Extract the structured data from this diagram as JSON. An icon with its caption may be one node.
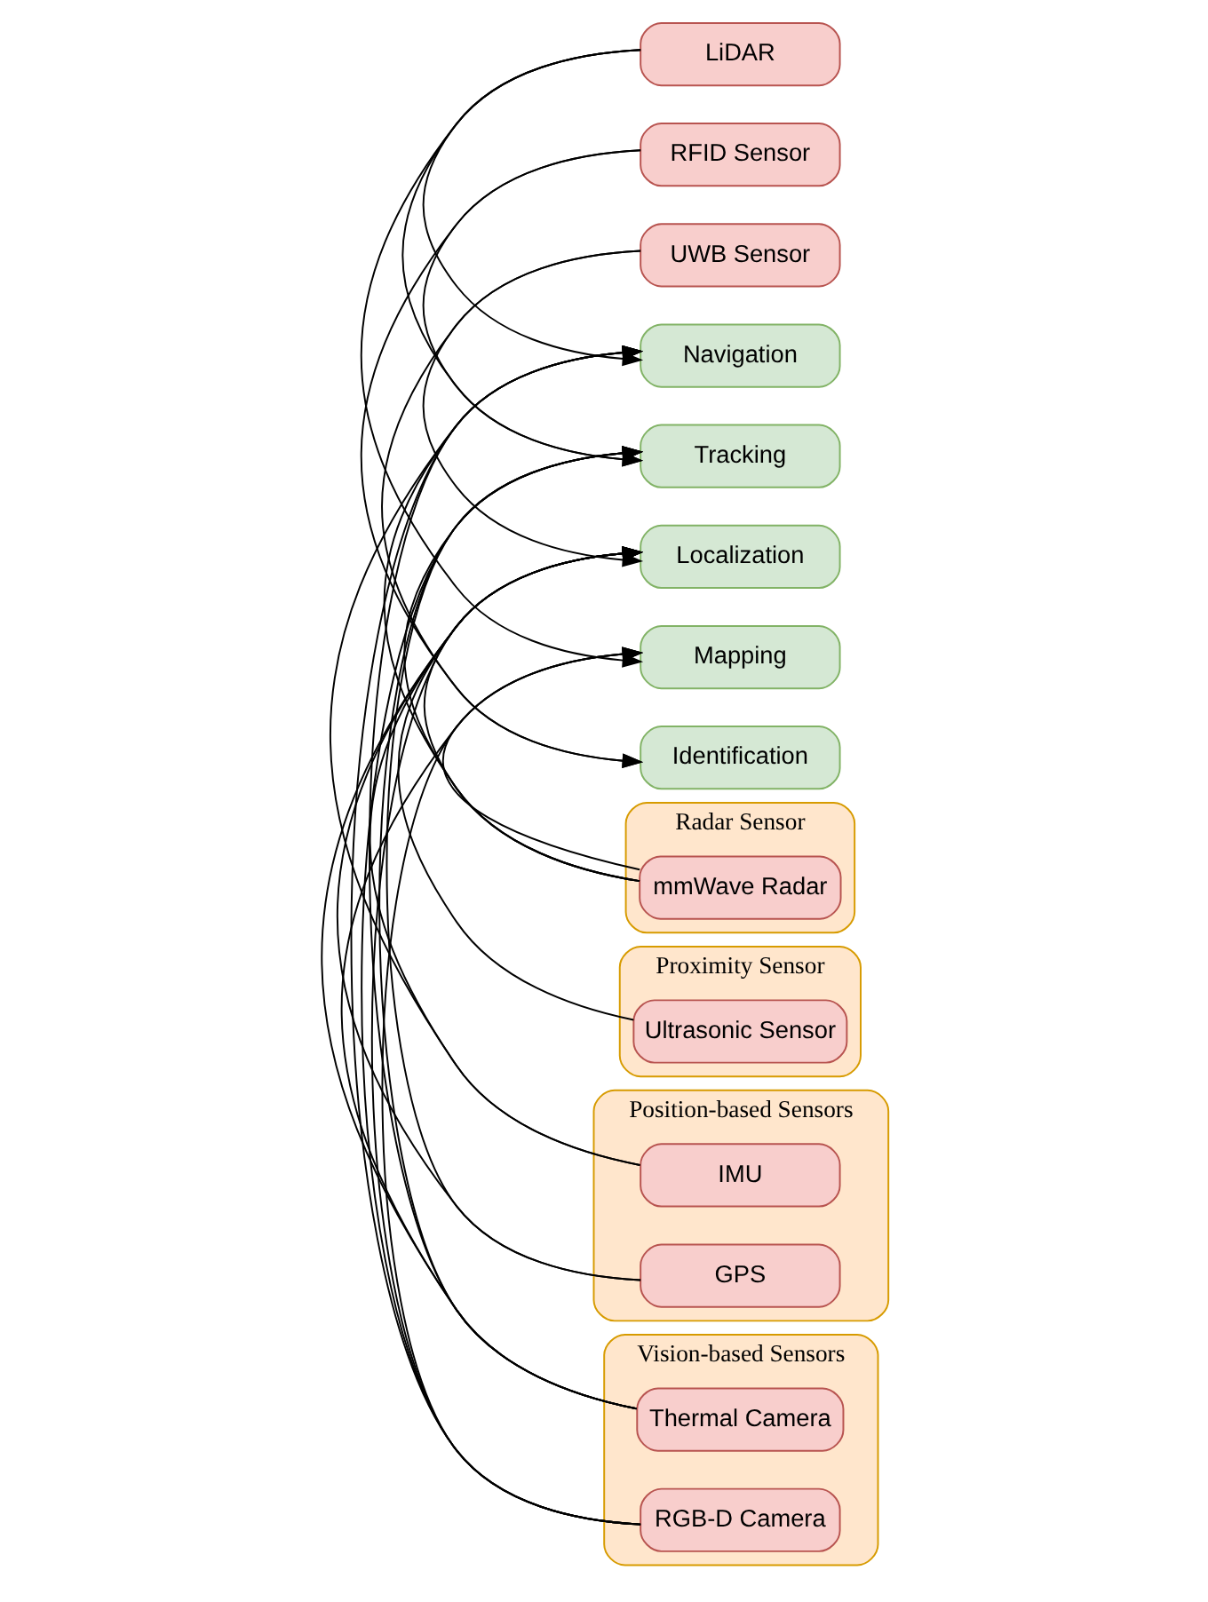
{
  "diagram": {
    "nodes": [
      {
        "text": [
          "Vision-based Sensors"
        ]
      },
      {
        "text": [
          "RGB-D Camera"
        ],
        "in": 0
      },
      {
        "text": [
          "Thermal Camera"
        ],
        "in": 0
      },
      {
        "text": [
          "Position-based Sensors"
        ]
      },
      {
        "text": [
          "GPS"
        ],
        "in": 3
      },
      {
        "text": [
          "IMU"
        ],
        "in": 3
      },
      {
        "text": [
          "Proximity Sensor"
        ]
      },
      {
        "text": [
          "Ultrasonic Sensor"
        ],
        "in": 6
      },
      {
        "text": [
          "Radar Sensor"
        ]
      },
      {
        "text": [
          "mmWave Radar"
        ],
        "in": 8
      },
      {
        "text": [
          "LiDAR"
        ]
      },
      {
        "text": [
          "RFID Sensor"
        ]
      },
      {
        "text": [
          "UWB Sensor"
        ]
      },
      {
        "text": [
          "Navigation"
        ]
      },
      {
        "text": [
          "Tracking"
        ]
      },
      {
        "text": [
          "Localization"
        ]
      },
      {
        "text": [
          "Mapping"
        ]
      },
      {
        "text": [
          "Identification"
        ]
      }
    ],
    "edges": [
      {
        "from": 1,
        "to": 13,
        "arrow": "to"
      },
      {
        "from": 1,
        "to": 14,
        "arrow": "to"
      },
      {
        "from": 1,
        "to": 15,
        "arrow": "to"
      },
      {
        "from": 1,
        "to": 16,
        "arrow": "to"
      },
      {
        "from": 2,
        "to": 13,
        "arrow": "to"
      },
      {
        "from": 2,
        "to": 14,
        "arrow": "to"
      },
      {
        "from": 2,
        "to": 15,
        "arrow": "to"
      },
      {
        "from": 2,
        "to": 16,
        "arrow": "to"
      },
      {
        "from": 4,
        "to": 14,
        "arrow": "to"
      },
      {
        "from": 4,
        "to": 15,
        "arrow": "to"
      },
      {
        "from": 5,
        "to": 13,
        "arrow": "to"
      },
      {
        "from": 5,
        "to": 15,
        "arrow": "to"
      },
      {
        "from": 7,
        "to": 15,
        "arrow": "to"
      },
      {
        "from": 9,
        "to": 13,
        "arrow": "to"
      },
      {
        "from": 9,
        "to": 14,
        "arrow": "to"
      },
      {
        "from": 9,
        "to": 15,
        "arrow": "to"
      },
      {
        "from": 9,
        "to": 16,
        "arrow": "to"
      },
      {
        "from": 10,
        "to": 13,
        "arrow": "to"
      },
      {
        "from": 10,
        "to": 14,
        "arrow": "to"
      },
      {
        "from": 10,
        "to": 16,
        "arrow": "to"
      },
      {
        "from": 11,
        "to": 14,
        "arrow": "to"
      },
      {
        "from": 11,
        "to": 17,
        "arrow": "to"
      },
      {
        "from": 12,
        "to": 15,
        "arrow": "to"
      },
      {
        "from": 12,
        "to": 17,
        "arrow": "to"
      }
    ]
  }
}
